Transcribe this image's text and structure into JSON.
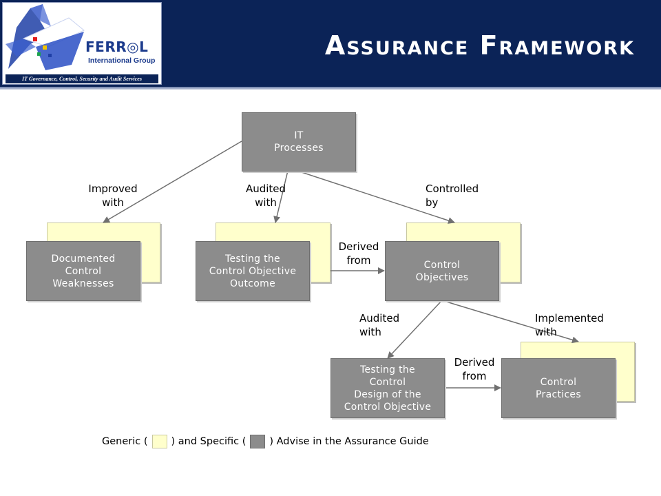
{
  "header": {
    "title": "Assurance Framework",
    "logo": {
      "brand": "FERR◎L",
      "subtitle": "International Group",
      "tagline": "IT Governance, Control, Security and Audit Services"
    }
  },
  "diagram": {
    "nodes": {
      "it_processes": "IT\nProcesses",
      "documented_weaknesses": "Documented\nControl\nWeaknesses",
      "testing_outcome": "Testing the\nControl Objective\nOutcome",
      "control_objectives": "Control\nObjectives",
      "testing_design": "Testing the\nControl\nDesign of the\nControl Objective",
      "control_practices": "Control\nPractices"
    },
    "edges": {
      "improved_with": "Improved\nwith",
      "audited_with_1": "Audited\nwith",
      "controlled_by": "Controlled\n    by",
      "derived_from_1": "Derived\nfrom",
      "audited_with_2": "Audited\nwith",
      "implemented_with": "Implemented\n    with",
      "derived_from_2": "Derived\nfrom"
    }
  },
  "legend": {
    "prefix": "Generic (",
    "middle": ") and Specific (",
    "suffix": ") Advise in the Assurance Guide"
  },
  "colors": {
    "header_bg": "#0b2357",
    "generic_yellow": "#ffffcc",
    "specific_gray": "#8c8c8c"
  }
}
